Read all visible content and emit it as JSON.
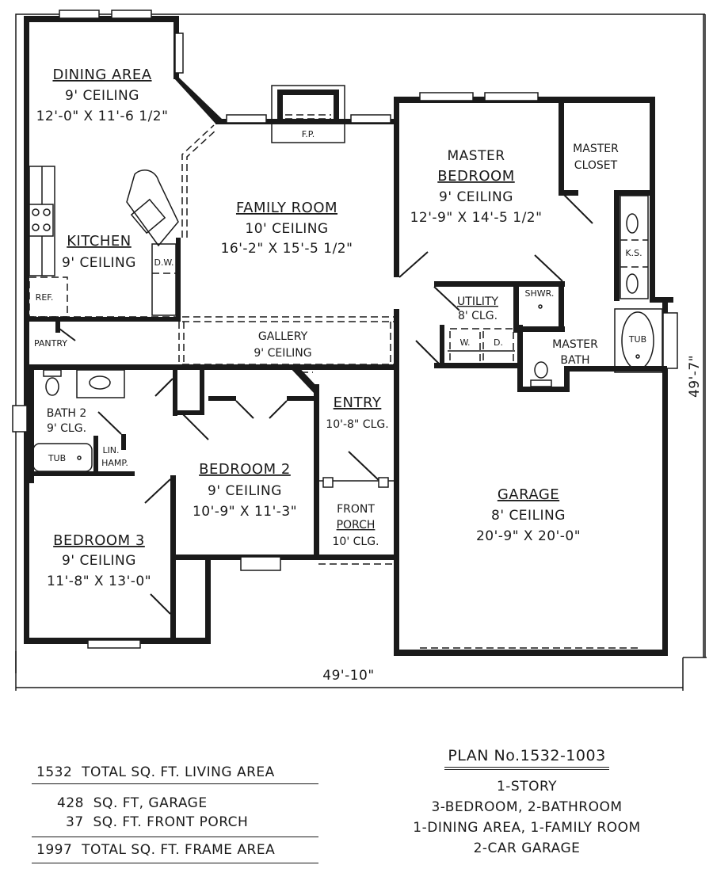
{
  "rooms": {
    "dining": {
      "name": "DINING AREA",
      "ceiling": "9' CEILING",
      "size": "12'-0\" X 11'-6 1/2\""
    },
    "family": {
      "name": "FAMILY ROOM",
      "ceiling": "10' CEILING",
      "size": "16'-2\" X 15'-5 1/2\""
    },
    "master_bedroom": {
      "name_line1": "MASTER",
      "name_line2": "BEDROOM",
      "ceiling": "9' CEILING",
      "size": "12'-9\" X 14'-5 1/2\""
    },
    "master_closet": {
      "name_line1": "MASTER",
      "name_line2": "CLOSET"
    },
    "kitchen": {
      "name": "KITCHEN",
      "ceiling": "9' CEILING"
    },
    "gallery": {
      "name": "GALLERY",
      "ceiling": "9' CEILING"
    },
    "utility": {
      "name": "UTILITY",
      "ceiling": "8' CLG."
    },
    "master_bath": {
      "name_line1": "MASTER",
      "name_line2": "BATH"
    },
    "bath2": {
      "name": "BATH 2",
      "ceiling": "9' CLG."
    },
    "entry": {
      "name": "ENTRY",
      "ceiling": "10'-8\" CLG."
    },
    "bedroom2": {
      "name": "BEDROOM 2",
      "ceiling": "9' CEILING",
      "size": "10'-9\" X 11'-3\""
    },
    "bedroom3": {
      "name": "BEDROOM 3",
      "ceiling": "9' CEILING",
      "size": "11'-8\" X 13'-0\""
    },
    "front_porch": {
      "name_line1": "FRONT",
      "name_line2": "PORCH",
      "ceiling": "10' CLG."
    },
    "garage": {
      "name": "GARAGE",
      "ceiling": "8' CEILING",
      "size": "20'-9\" X 20'-0\""
    }
  },
  "fixtures": {
    "fireplace": "F.P.",
    "dishwasher": "D.W.",
    "refrigerator": "REF.",
    "pantry": "PANTRY",
    "shower": "SHWR.",
    "washer": "W.",
    "dryer": "D.",
    "master_tub": "TUB",
    "bath2_tub": "TUB",
    "linen_hamper_line1": "LIN.",
    "linen_hamper_line2": "HAMP.",
    "knee_space": "K.S."
  },
  "dimensions": {
    "overall_width": "49'-10\"",
    "overall_depth": "49'-7\""
  },
  "area_summary": {
    "living": {
      "value": "1532",
      "label": "TOTAL SQ. FT. LIVING AREA"
    },
    "garage": {
      "value": "428",
      "label": "SQ. FT, GARAGE"
    },
    "porch": {
      "value": "37",
      "label": "SQ. FT. FRONT PORCH"
    },
    "frame": {
      "value": "1997",
      "label": "TOTAL SQ. FT. FRAME AREA"
    }
  },
  "plan_info": {
    "plan_number": "PLAN No.1532-1003",
    "lines": [
      "1-STORY",
      "3-BEDROOM, 2-BATHROOM",
      "1-DINING AREA, 1-FAMILY ROOM",
      "2-CAR GARAGE"
    ]
  }
}
